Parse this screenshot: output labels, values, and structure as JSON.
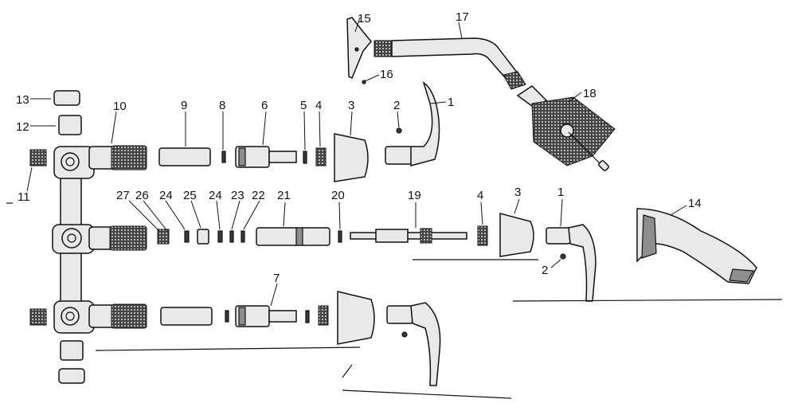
{
  "callouts": {
    "c1a": "1",
    "c1b": "1",
    "c2a": "2",
    "c2b": "2",
    "c3a": "3",
    "c3b": "3",
    "c4a": "4",
    "c4b": "4",
    "c5": "5",
    "c6": "6",
    "c7": "7",
    "c8": "8",
    "c9": "9",
    "c10": "10",
    "c11": "11",
    "c12": "12",
    "c13": "13",
    "c14": "14",
    "c15": "15",
    "c16": "16",
    "c17": "17",
    "c18": "18",
    "c19": "19",
    "c20": "20",
    "c21": "21",
    "c22": "22",
    "c23": "23",
    "c24a": "24",
    "c24b": "24",
    "c25": "25",
    "c26": "26",
    "c27": "27"
  }
}
